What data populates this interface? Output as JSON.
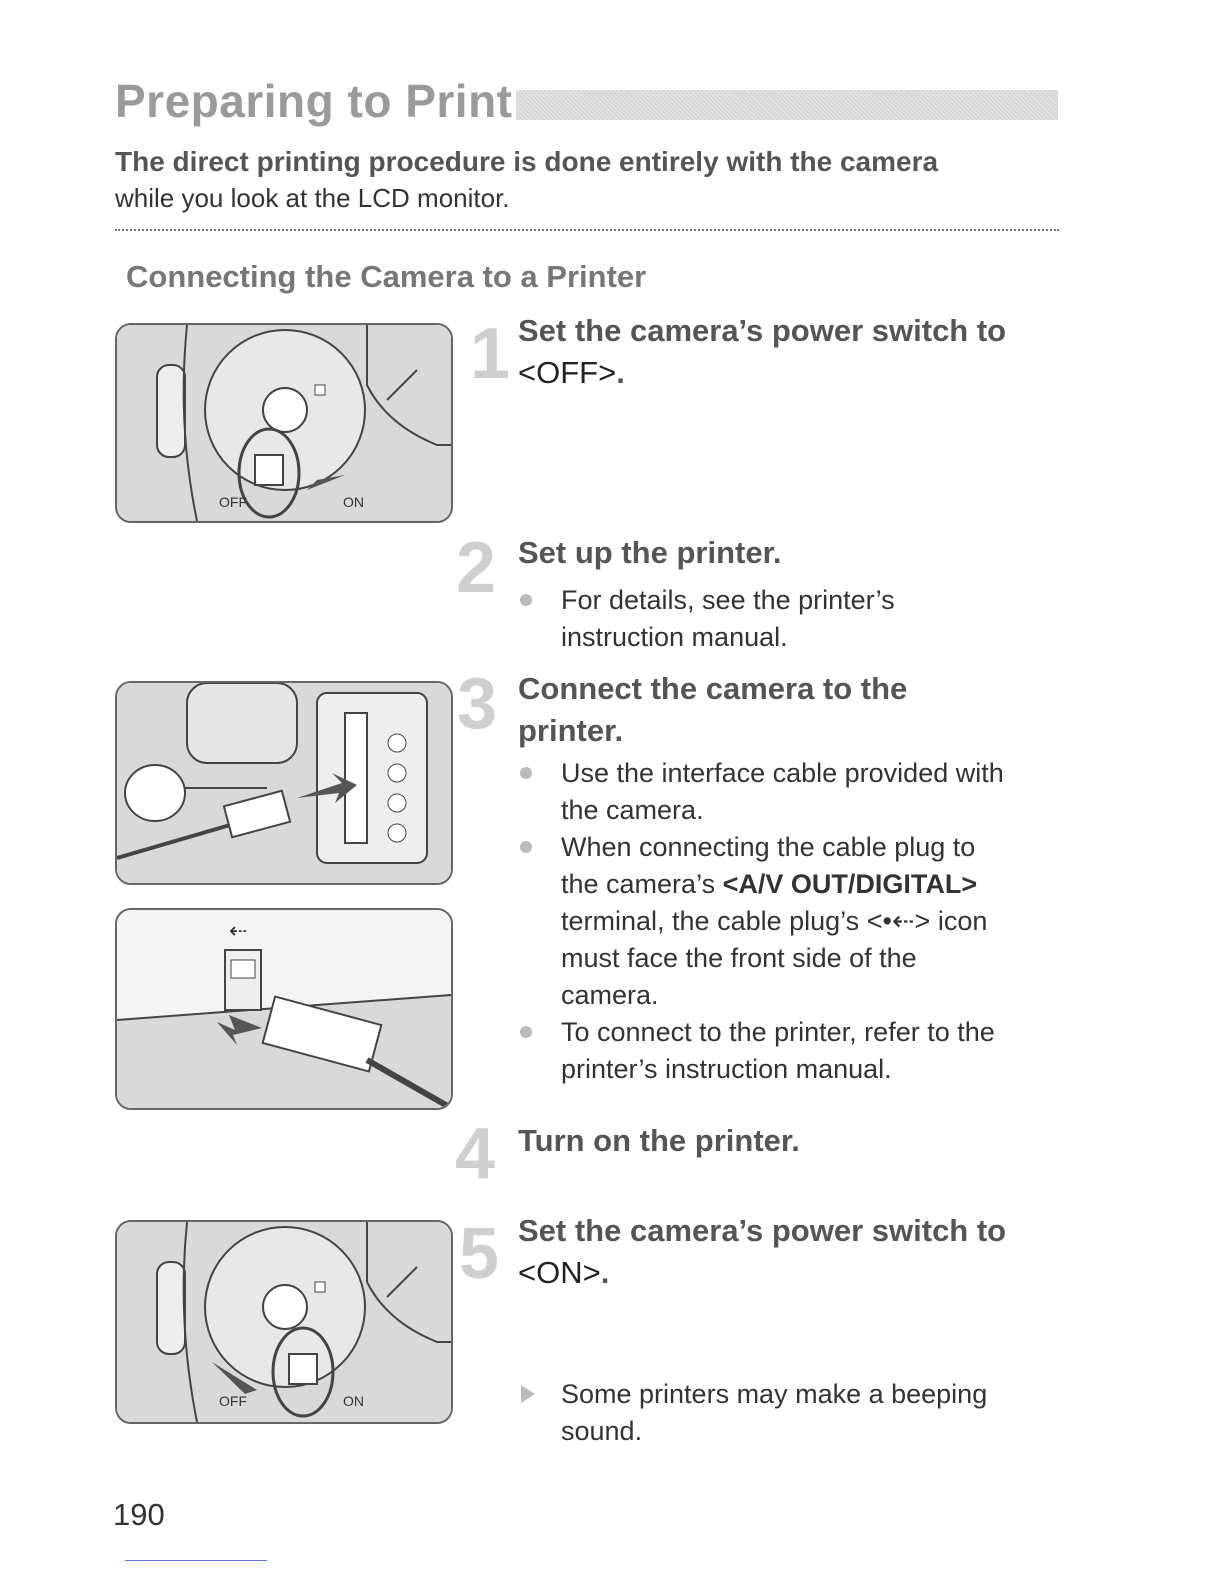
{
  "header": {
    "title": "Preparing to Print",
    "intro_line1": "The direct printing procedure is done entirely with the camera",
    "intro_line2": "while you look at the LCD monitor."
  },
  "section": {
    "heading": "Connecting the Camera to a Printer"
  },
  "steps": [
    {
      "number": "1",
      "title": "Set the camera’s power switch to",
      "code": "<OFF>",
      "end": "."
    },
    {
      "number": "2",
      "title": "Set up the printer.",
      "bullets": [
        "For details, see the printer’s",
        "instruction manual."
      ]
    },
    {
      "number": "3",
      "title_line1": "Connect the camera to the",
      "title_line2": "printer.",
      "b1_line1": "Use the interface cable provided with",
      "b1_line2": "the camera.",
      "b2_line1": "When connecting the cable plug to",
      "b2_line2_pre": "the camera’s ",
      "b2_line2_code": "<A/V OUT/DIGITAL>",
      "b2_line3_pre": "terminal, the cable plug’s ",
      "b2_line3_code": "<•⇠>",
      "b2_line3_post": " icon",
      "b2_line4": "must face the front side of the",
      "b2_line5": "camera.",
      "b3_line1": "To connect to the printer, refer to the",
      "b3_line2": "printer’s instruction manual."
    },
    {
      "number": "4",
      "title": "Turn on the printer."
    },
    {
      "number": "5",
      "title": "Set the camera’s power switch to",
      "code": "<ON>",
      "end": ".",
      "result_line1": "Some printers may make a beeping",
      "result_line2": "sound."
    }
  ],
  "figures": {
    "dial_off_label": "OFF",
    "dial_on_label": "ON"
  },
  "footer": {
    "page_number": "190"
  },
  "colors": {
    "title_gray": "#9a9a9a",
    "hatch_gray": "#d6d6d6",
    "step_number_gray": "#cfcfcf"
  }
}
